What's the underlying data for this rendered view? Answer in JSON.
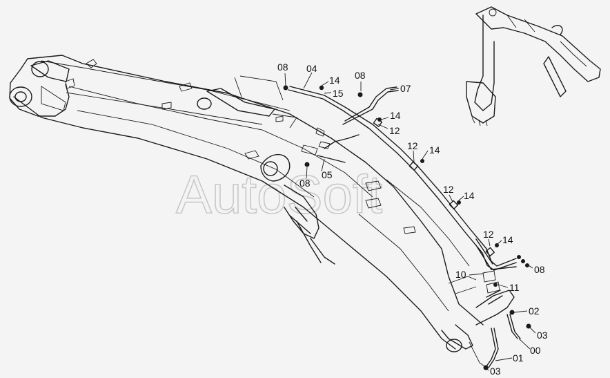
{
  "watermark": "AutoSoft",
  "callouts": [
    {
      "id": "c1",
      "text": "08"
    },
    {
      "id": "c2",
      "text": "04"
    },
    {
      "id": "c3",
      "text": "14"
    },
    {
      "id": "c4",
      "text": "15"
    },
    {
      "id": "c5",
      "text": "08"
    },
    {
      "id": "c6",
      "text": "07"
    },
    {
      "id": "c7",
      "text": "14"
    },
    {
      "id": "c8",
      "text": "12"
    },
    {
      "id": "c9",
      "text": "12"
    },
    {
      "id": "c10",
      "text": "14"
    },
    {
      "id": "c11",
      "text": "05"
    },
    {
      "id": "c12",
      "text": "08"
    },
    {
      "id": "c13",
      "text": "12"
    },
    {
      "id": "c14",
      "text": "14"
    },
    {
      "id": "c15",
      "text": "12"
    },
    {
      "id": "c16",
      "text": "14"
    },
    {
      "id": "c17",
      "text": "08"
    },
    {
      "id": "c18",
      "text": "10"
    },
    {
      "id": "c19",
      "text": "11"
    },
    {
      "id": "c20",
      "text": "02"
    },
    {
      "id": "c21",
      "text": "03"
    },
    {
      "id": "c22",
      "text": "00"
    },
    {
      "id": "c23",
      "text": "01"
    },
    {
      "id": "c24",
      "text": "03"
    }
  ]
}
